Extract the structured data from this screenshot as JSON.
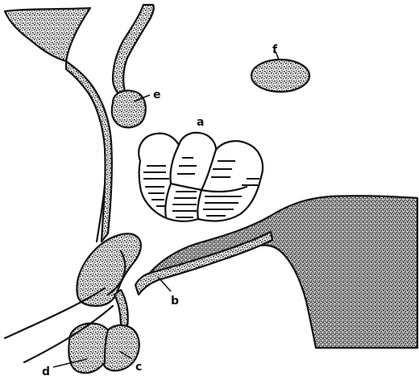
{
  "figure": {
    "labels": {
      "a": "a",
      "b": "b",
      "c": "c",
      "d": "d",
      "e": "e",
      "f": "f"
    }
  }
}
